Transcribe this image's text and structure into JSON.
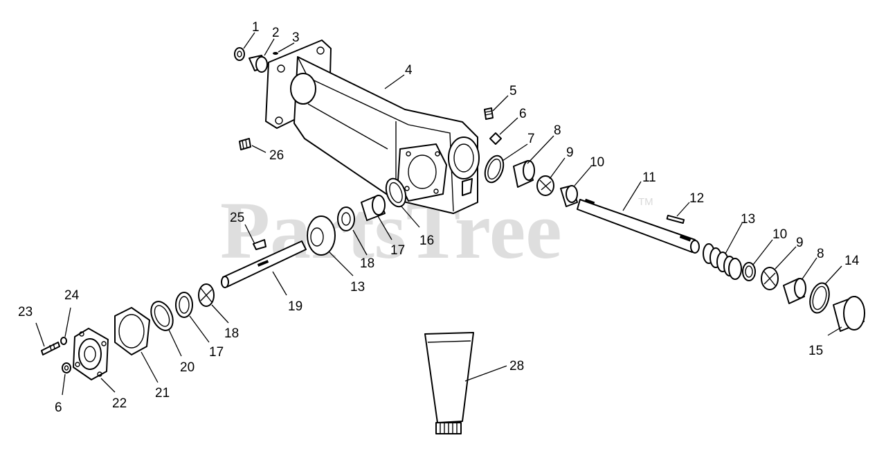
{
  "watermark": {
    "text": "PartsTree",
    "trademark": "TM",
    "color": "#d9d9d9"
  },
  "callouts": [
    {
      "id": "c1",
      "label": "1"
    },
    {
      "id": "c2",
      "label": "2"
    },
    {
      "id": "c3",
      "label": "3"
    },
    {
      "id": "c4",
      "label": "4"
    },
    {
      "id": "c5",
      "label": "5"
    },
    {
      "id": "c6a",
      "label": "6"
    },
    {
      "id": "c7",
      "label": "7"
    },
    {
      "id": "c8a",
      "label": "8"
    },
    {
      "id": "c9a",
      "label": "9"
    },
    {
      "id": "c10a",
      "label": "10"
    },
    {
      "id": "c11",
      "label": "11"
    },
    {
      "id": "c12",
      "label": "12"
    },
    {
      "id": "c13a",
      "label": "13"
    },
    {
      "id": "c10b",
      "label": "10"
    },
    {
      "id": "c9b",
      "label": "9"
    },
    {
      "id": "c8b",
      "label": "8"
    },
    {
      "id": "c14",
      "label": "14"
    },
    {
      "id": "c15",
      "label": "15"
    },
    {
      "id": "c26",
      "label": "26"
    },
    {
      "id": "c25",
      "label": "25"
    },
    {
      "id": "c16",
      "label": "16"
    },
    {
      "id": "c17a",
      "label": "17"
    },
    {
      "id": "c18a",
      "label": "18"
    },
    {
      "id": "c13b",
      "label": "13"
    },
    {
      "id": "c19",
      "label": "19"
    },
    {
      "id": "c18b",
      "label": "18"
    },
    {
      "id": "c17b",
      "label": "17"
    },
    {
      "id": "c20",
      "label": "20"
    },
    {
      "id": "c21",
      "label": "21"
    },
    {
      "id": "c22",
      "label": "22"
    },
    {
      "id": "c23",
      "label": "23"
    },
    {
      "id": "c24",
      "label": "24"
    },
    {
      "id": "c6b",
      "label": "6"
    },
    {
      "id": "c28",
      "label": "28"
    }
  ]
}
